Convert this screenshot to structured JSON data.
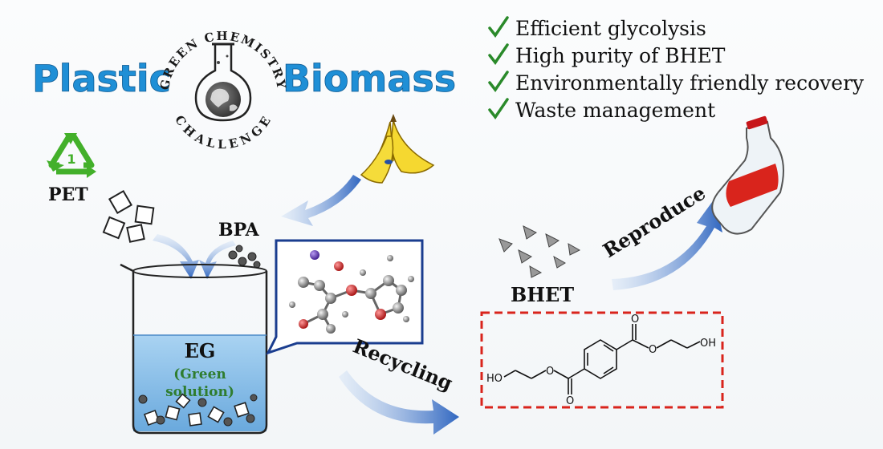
{
  "title": {
    "left_word": "Plastic",
    "right_word": "Biomass"
  },
  "seal": {
    "top_text": "GREEN CHEMISTRY",
    "bottom_text": "CHALLENGE"
  },
  "benefits": [
    {
      "icon": "checkmark-icon",
      "text": "Efficient glycolysis"
    },
    {
      "icon": "checkmark-icon",
      "text": "High purity of BHET"
    },
    {
      "icon": "checkmark-icon",
      "text": "Environmentally friendly recovery"
    },
    {
      "icon": "checkmark-icon",
      "text": "Waste management"
    }
  ],
  "recycle_symbol": {
    "number": "1",
    "label": "PET"
  },
  "bpa_label": "BPA",
  "beaker": {
    "solvent": "EG",
    "note_line1": "(Green",
    "note_line2": "solution)"
  },
  "arrows": {
    "recycling": "Recycling",
    "reproduce": "Reproduce"
  },
  "product": {
    "name": "BHET",
    "ho_left": "HO",
    "oh_right": "OH",
    "o_label": "O"
  },
  "colors": {
    "title_blue": "#1f8fd6",
    "check_green": "#2a8a2a",
    "recycle_green": "#43b02a",
    "arrow_blue": "#3a6fc4",
    "liquid_blue": "#8fc3ea",
    "note_green": "#2f7d2f",
    "box_red": "#d9241c",
    "inset_border": "#1a3d8f"
  }
}
